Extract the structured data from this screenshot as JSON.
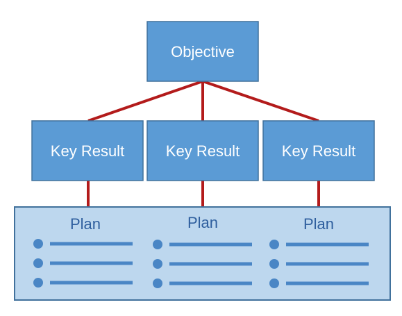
{
  "objective": {
    "label": "Objective"
  },
  "key_results": [
    {
      "label": "Key Result"
    },
    {
      "label": "Key Result"
    },
    {
      "label": "Key Result"
    }
  ],
  "plans": [
    {
      "title": "Plan",
      "items": 3
    },
    {
      "title": "Plan",
      "items": 3
    },
    {
      "title": "Plan",
      "items": 3
    }
  ],
  "colors": {
    "box_fill": "#5b9bd5",
    "box_stroke": "#41719c",
    "connector": "#b31b1b",
    "plan_fill": "#bdd7ee",
    "plan_stroke": "#41719c",
    "plan_text": "#2f5f9e",
    "bullet": "#4a86c5"
  }
}
